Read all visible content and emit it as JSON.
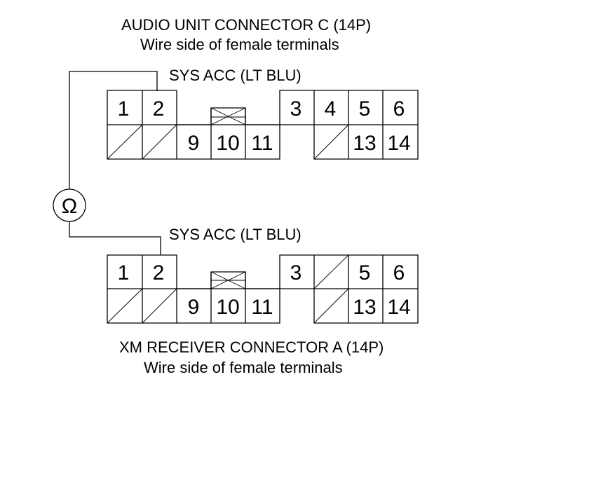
{
  "top_connector": {
    "title": "AUDIO UNIT CONNECTOR C (14P)",
    "subtitle": "Wire side of female terminals",
    "wire_label": "SYS ACC (LT BLU)",
    "row1": [
      "1",
      "2",
      "",
      "",
      "",
      "3",
      "4",
      "5",
      "6"
    ],
    "row2": [
      "",
      "",
      "9",
      "10",
      "11",
      "",
      "",
      "13",
      "14"
    ]
  },
  "bottom_connector": {
    "title": "XM RECEIVER CONNECTOR A (14P)",
    "subtitle": "Wire side of female terminals",
    "wire_label": "SYS ACC (LT BLU)",
    "row1": [
      "1",
      "2",
      "",
      "",
      "",
      "3",
      "",
      "5",
      "6"
    ],
    "row2": [
      "",
      "",
      "9",
      "10",
      "11",
      "",
      "",
      "13",
      "14"
    ]
  },
  "meter": {
    "symbol": "Ω",
    "icon": "ohmmeter-icon"
  }
}
